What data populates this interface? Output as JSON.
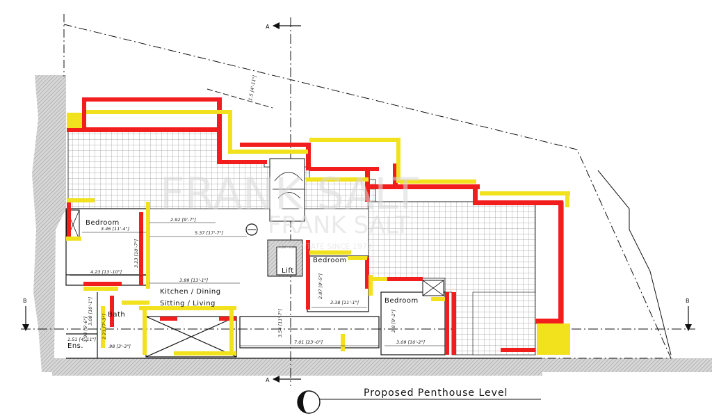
{
  "plan": {
    "title": "Proposed Penthouse Level",
    "watermark": {
      "line1": "FRANK SALT",
      "line2": "FRANK SALT",
      "line3": "REAL ESTATE SINCE 1973"
    },
    "section_marks": [
      "A",
      "A",
      "B",
      "B"
    ],
    "rooms": {
      "bedroom_1": "Bedroom",
      "bedroom_2": "Bedroom",
      "bedroom_3": "Bedroom",
      "kitchen_line1": "Kitchen / Dining",
      "kitchen_line2": "Sitting / Living",
      "lift": "Lift",
      "bath": "Bath",
      "ens": "Ens."
    },
    "dimensions": {
      "d1": "3.46 [11'-4\"]",
      "d2": "2.92 [9'-7\"]",
      "d3": "5.37 [17'-7\"]",
      "d4": "3.23 [10'-7\"]",
      "d5": "4.23 [13'-10\"]",
      "d6": "3.99 [13'-1\"]",
      "d7": "2.87 [9'-5\"]",
      "d8": "3.38 [11'-1\"]",
      "d9": "3.54 [11'-7\"]",
      "d10": "7.01 [23'-0\"]",
      "d11": "2.8 [9'-2\"]",
      "d12": "3.09 [10'-2\"]",
      "d13": "3.08 [10'-1\"]",
      "d14": "2.21 [7'-3\"]",
      "d15": "1.51 [4'-11\"]",
      "d16": ".98 [3'-3\"]",
      "d17": "1.98 [6'-6\"]",
      "d18": "1.5 [4'-11\"]"
    },
    "colors": {
      "new_wall": "#f21d1d",
      "demolish": "#f2e11d",
      "hatch": "#b7b7b7",
      "grid": "#9a9a9a"
    }
  }
}
